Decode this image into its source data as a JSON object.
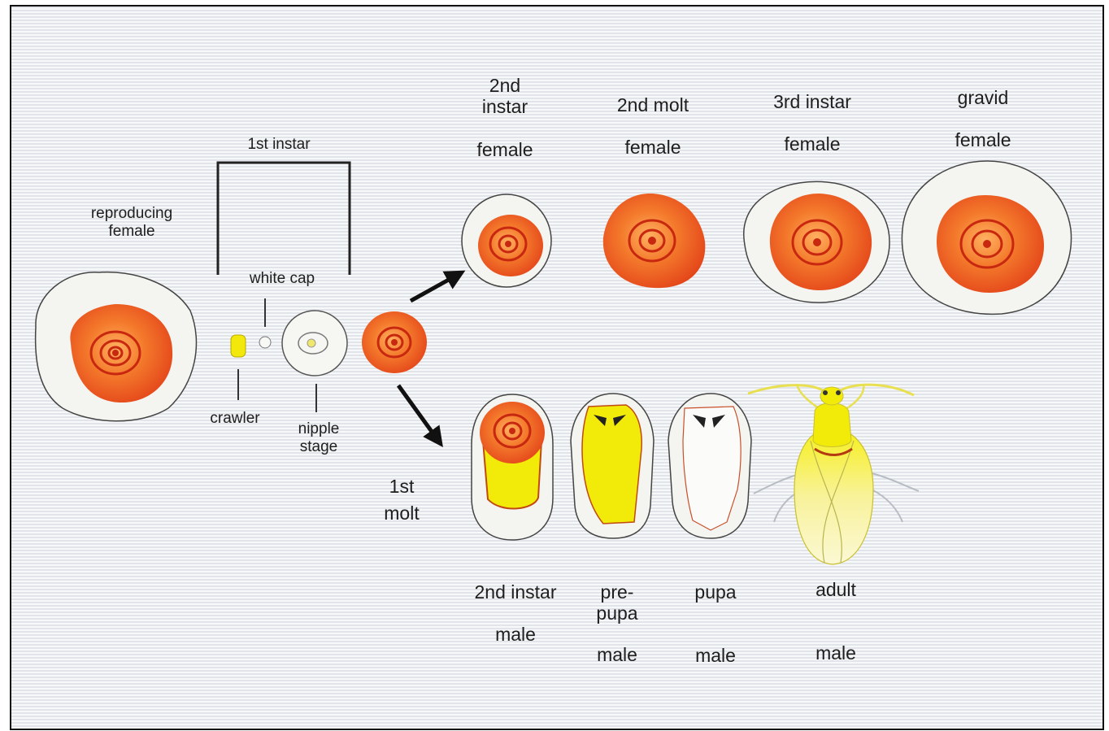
{
  "labels": {
    "reproducing_female": [
      "reproducing",
      "female"
    ],
    "first_instar": "1st instar",
    "white_cap": "white cap",
    "crawler": "crawler",
    "nipple_stage": [
      "nipple",
      "stage"
    ],
    "first_molt": [
      "1st",
      "molt"
    ],
    "second_instar_female": [
      "2nd",
      "instar",
      "female"
    ],
    "second_molt_female": [
      "2nd molt",
      "female"
    ],
    "third_instar_female": [
      "3rd instar",
      "female"
    ],
    "gravid_female": [
      "gravid",
      "female"
    ],
    "second_instar_male": [
      "2nd instar",
      "male"
    ],
    "prepupa_male": [
      "pre-",
      "pupa",
      "male"
    ],
    "pupa_male": [
      "pupa",
      "male"
    ],
    "adult_male": [
      "adult",
      "male"
    ]
  },
  "colors": {
    "background": "#eef0f2",
    "scale_orange": "#f26522",
    "scale_red": "#d1320f",
    "yellow": "#f2ea08",
    "outline": "#333333",
    "arrow": "#111111"
  }
}
